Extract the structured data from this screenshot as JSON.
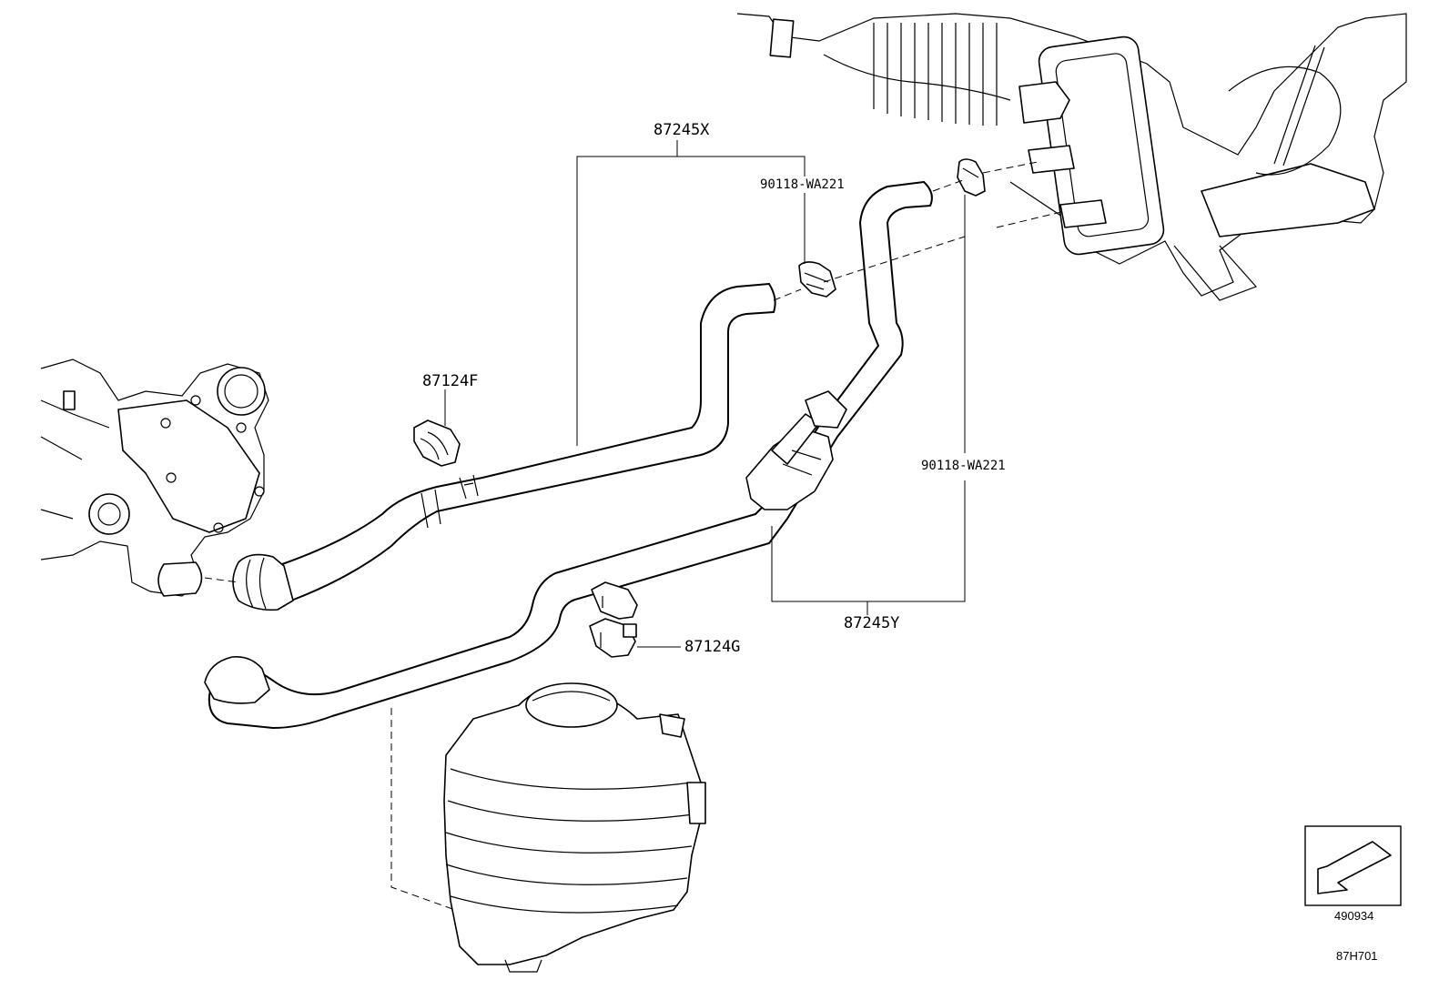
{
  "diagram": {
    "part_labels": {
      "hose_upper": "87245X",
      "hose_lower": "87245Y",
      "clamp_upper": "90118-WA221",
      "clamp_right": "90118-WA221",
      "clip_f": "87124F",
      "clip_g": "87124G"
    },
    "illustration_number": "490934",
    "page_code": "87H701"
  }
}
